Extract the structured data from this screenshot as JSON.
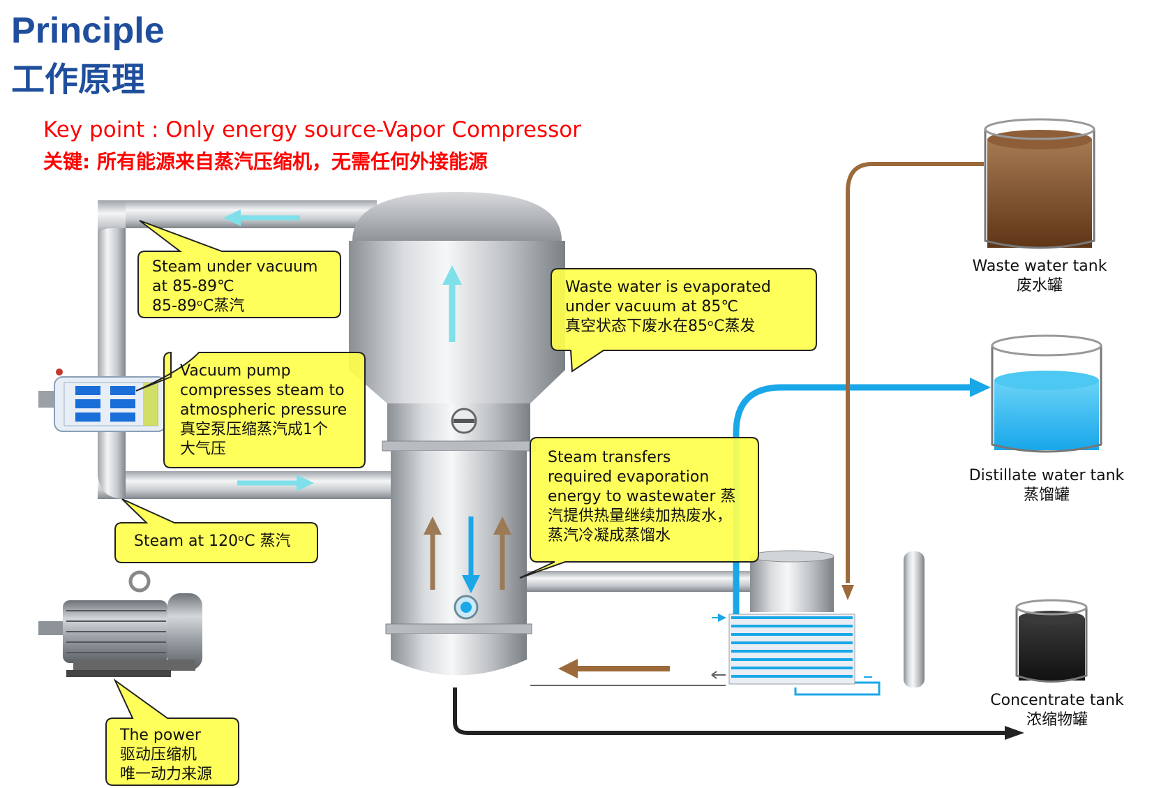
{
  "header": {
    "title_en": "Principle",
    "title_zh": "工作原理",
    "key_en": "Key point : Only energy source-Vapor Compressor",
    "key_zh": "关键: 所有能源来自蒸汽压缩机，无需任何外接能源"
  },
  "callouts": {
    "steam_vacuum": [
      "Steam under vacuum",
      "at 85-89℃",
      "85-89ᵒC蒸汽"
    ],
    "waste_evaporated": [
      "Waste water is evaporated",
      "under vacuum at 85℃",
      "真空状态下废水在85ᵒC蒸发"
    ],
    "vacuum_pump": [
      "Vacuum pump",
      "compresses steam to",
      "atmospheric pressure",
      "真空泵压缩蒸汽成1个",
      "大气压"
    ],
    "steam_transfers": [
      "Steam transfers",
      "required evaporation",
      "energy to wastewater 蒸",
      "汽提供热量继续加热废水，",
      "蒸汽冷凝成蒸馏水"
    ],
    "steam_120": [
      "Steam at 120ᵒC 蒸汽"
    ],
    "power": [
      "The power",
      "驱动压缩机",
      "唯一动力来源"
    ]
  },
  "tanks": {
    "waste": [
      "Waste water tank",
      "废水罐"
    ],
    "distillate": [
      "Distillate water tank",
      "蒸馏罐"
    ],
    "concentrate": [
      "Concentrate tank",
      "浓缩物罐"
    ]
  },
  "colors": {
    "title": "#1f4e9c",
    "key_text": "#ff0000",
    "callout_fill": "#ffff4d",
    "steam_arrow": "#7fe0ea",
    "distillate_blue": "#1aa7e8",
    "waste_brown": "#9c6a3a",
    "concentrate_black": "#222222"
  }
}
